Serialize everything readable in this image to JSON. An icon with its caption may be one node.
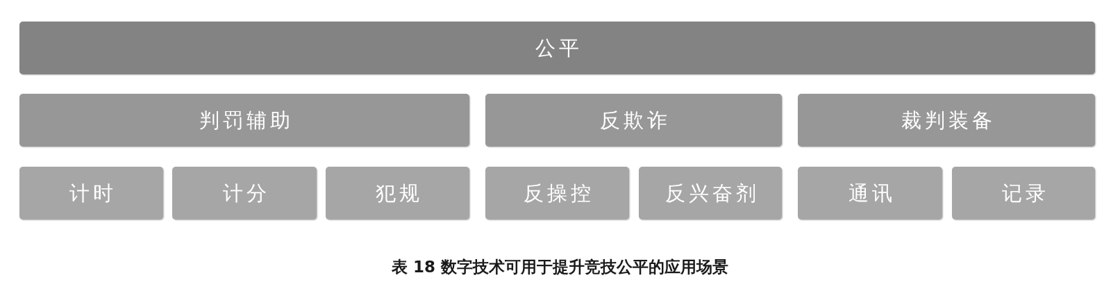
{
  "diagram": {
    "caption": "表 18 数字技术可用于提升竞技公平的应用场景",
    "nodes": [
      {
        "text": [
          "公平"
        ]
      },
      {
        "text": [
          "判罚辅助"
        ]
      },
      {
        "text": [
          "反欺诈"
        ]
      },
      {
        "text": [
          "裁判装备"
        ]
      },
      {
        "text": [
          "计时"
        ]
      },
      {
        "text": [
          "计分"
        ]
      },
      {
        "text": [
          "犯规"
        ]
      },
      {
        "text": [
          "反操控"
        ]
      },
      {
        "text": [
          "反兴奋剂"
        ]
      },
      {
        "text": [
          "通讯"
        ]
      },
      {
        "text": [
          "记录"
        ]
      }
    ]
  }
}
